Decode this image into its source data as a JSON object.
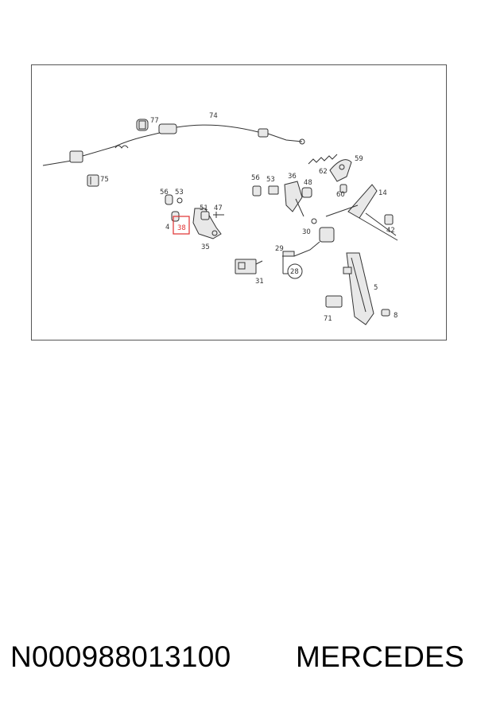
{
  "diagram": {
    "callouts": [
      "77",
      "74",
      "75",
      "56",
      "53",
      "51",
      "47",
      "4",
      "38",
      "35",
      "56",
      "53",
      "36",
      "48",
      "62",
      "59",
      "60",
      "14",
      "42",
      "30",
      "29",
      "28",
      "31",
      "5",
      "71",
      "8"
    ],
    "highlight_color": "#e03030",
    "line_color": "#333333"
  },
  "caption": {
    "part_number": "N000988013100",
    "brand": "MERCEDES"
  }
}
